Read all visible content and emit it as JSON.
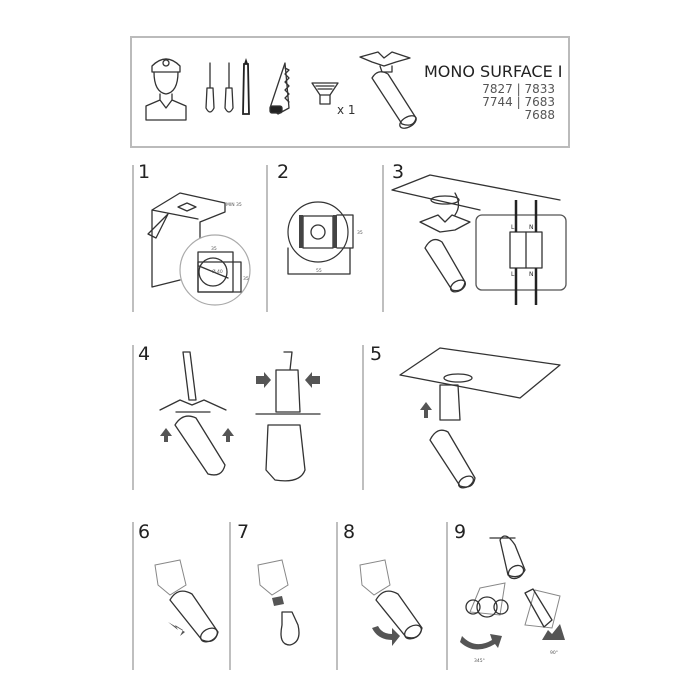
{
  "header": {
    "product_name": "MONO SURFACE I",
    "codes": [
      "7827 | 7833",
      "7744 | 7683",
      "7688"
    ],
    "bulb_quantity": "x 1"
  },
  "steps": [
    {
      "number": "1",
      "labels": [
        "MIN 35",
        "35",
        "Ø 40",
        "35"
      ]
    },
    {
      "number": "2",
      "labels": [
        "55",
        "35"
      ]
    },
    {
      "number": "3",
      "labels": [
        "L",
        "N",
        "L",
        "N"
      ]
    },
    {
      "number": "4"
    },
    {
      "number": "5"
    },
    {
      "number": "6"
    },
    {
      "number": "7"
    },
    {
      "number": "8"
    },
    {
      "number": "9",
      "labels": [
        "345°",
        "90°"
      ]
    }
  ]
}
